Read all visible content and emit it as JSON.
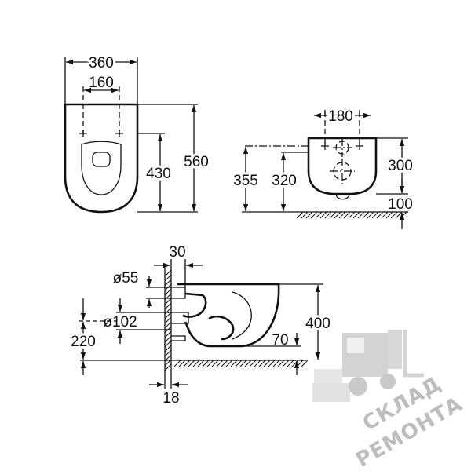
{
  "drawing": {
    "front_view": {
      "overall_width": "360",
      "fixing_spacing": "160",
      "fixing_height": "430",
      "overall_height": "560"
    },
    "rear_view": {
      "hole_spacing": "180",
      "pan_height": "300",
      "axis_height_355": "355",
      "axis_height_320": "320",
      "clearance": "100"
    },
    "side_view": {
      "wall_offset": "30",
      "inlet_diameter": "ø55",
      "outlet_diameter": "ø102",
      "outlet_height": "220",
      "rim_height": "400",
      "depth_70": "70",
      "wall_gap": "18"
    }
  },
  "watermark": {
    "line1": "СКЛАД",
    "line2": "РЕМОНТА"
  }
}
